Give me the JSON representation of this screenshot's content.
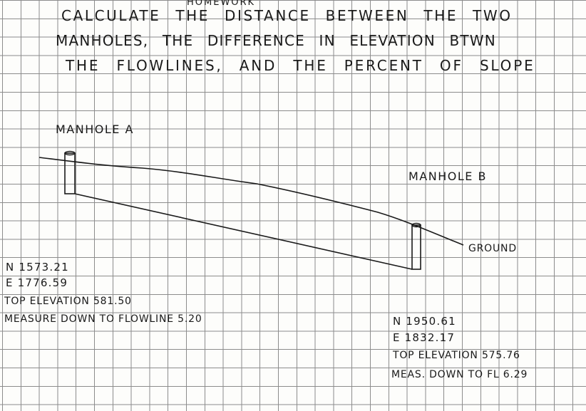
{
  "title": "HOMEWORK",
  "instructions": {
    "line1": "CALCULATE THE DISTANCE BETWEEN THE TWO",
    "line2": "MANHOLES, THE DIFFERENCE IN ELEVATION BTWN",
    "line3": "THE FLOWLINES, AND THE PERCENT OF SLOPE"
  },
  "manhole_a": {
    "label": "MANHOLE A",
    "northing": "N 1573.21",
    "easting": "E 1776.59",
    "top_elevation": "TOP ELEVATION 581.50",
    "measure_down": "MEASURE DOWN TO FLOWLINE 5.20"
  },
  "manhole_b": {
    "label": "MANHOLE B",
    "northing": "N 1950.61",
    "easting": "E 1832.17",
    "top_elevation": "TOP ELEVATION 575.76",
    "measure_down": "MEAS. DOWN TO FL 6.29"
  },
  "ground_label": "GROUND",
  "colors": {
    "ink": "#1a1a1a",
    "grid": "#8c8c8c",
    "paper": "#fdfdfb"
  }
}
